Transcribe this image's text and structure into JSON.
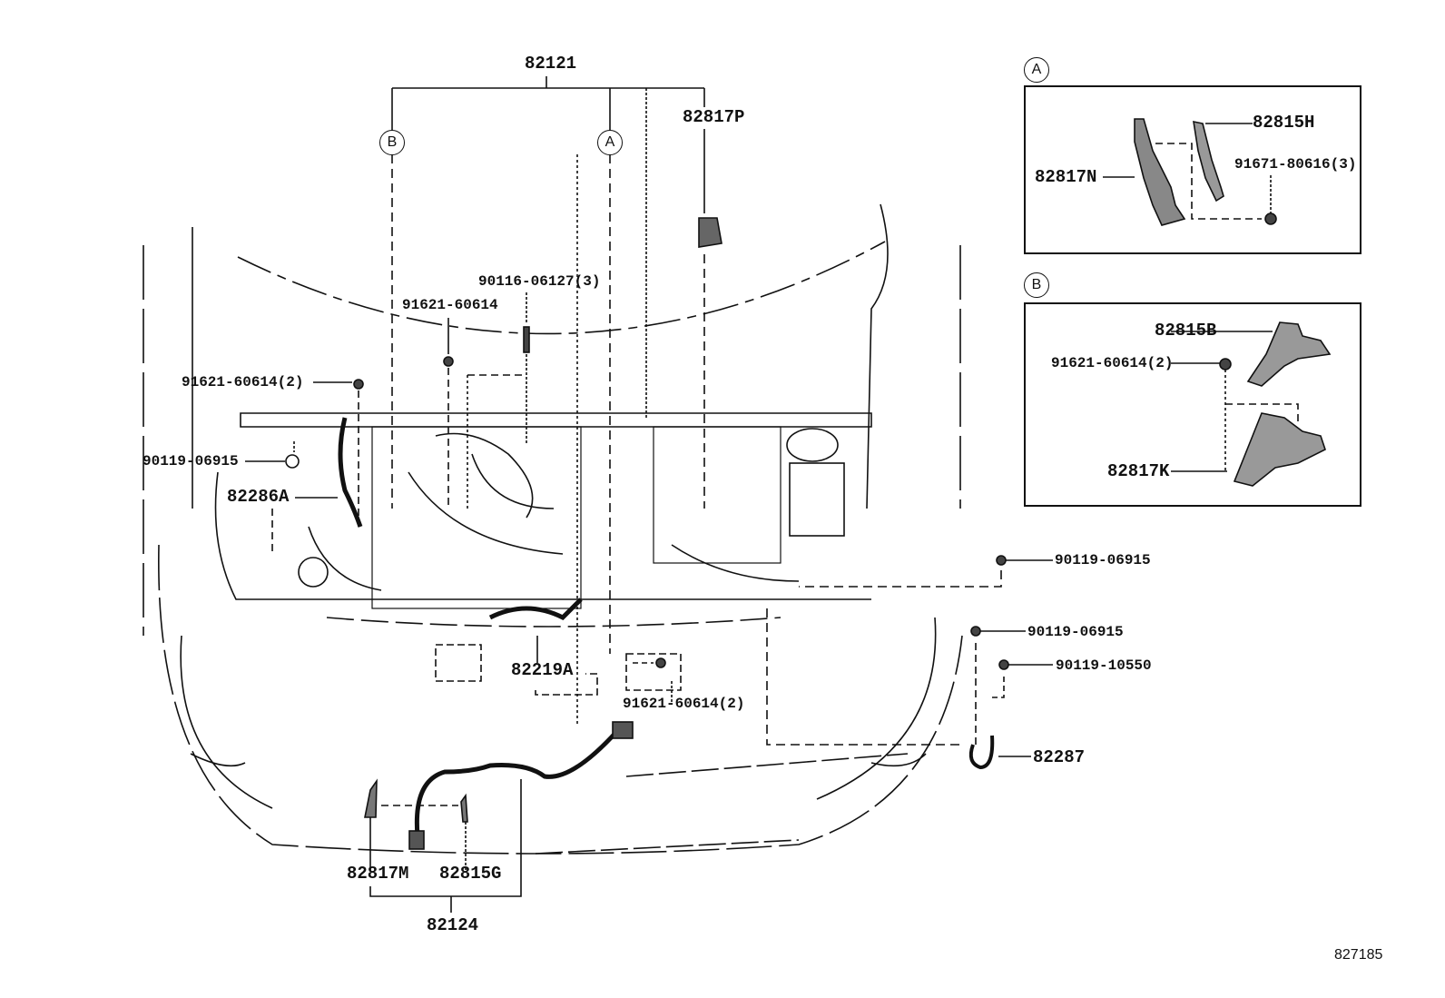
{
  "diagram": {
    "title_part": "82121",
    "figure_code": "827185",
    "callouts": {
      "A": "A",
      "B": "B"
    },
    "main_labels": {
      "p82121": "82121",
      "p82817P": "82817P",
      "p90116": "90116-06127(3)",
      "p91621_top": "91621-60614",
      "p91621_left": "91621-60614(2)",
      "p90119_left": "90119-06915",
      "p82286A": "82286A",
      "p90119_right1": "90119-06915",
      "p90119_right2": "90119-06915",
      "p90119_10550": "90119-10550",
      "p82219A": "82219A",
      "p91621_bottom": "91621-60614(2)",
      "p82287": "82287",
      "p82817M": "82817M",
      "p82815G": "82815G",
      "p82124": "82124"
    },
    "inset_a": {
      "callout": "A",
      "labels": {
        "p82815H": "82815H",
        "p82817N": "82817N",
        "p91671": "91671-80616(3)"
      }
    },
    "inset_b": {
      "callout": "B",
      "labels": {
        "p82815B": "82815B",
        "p91621": "91621-60614(2)",
        "p82817K": "82817K"
      }
    }
  }
}
